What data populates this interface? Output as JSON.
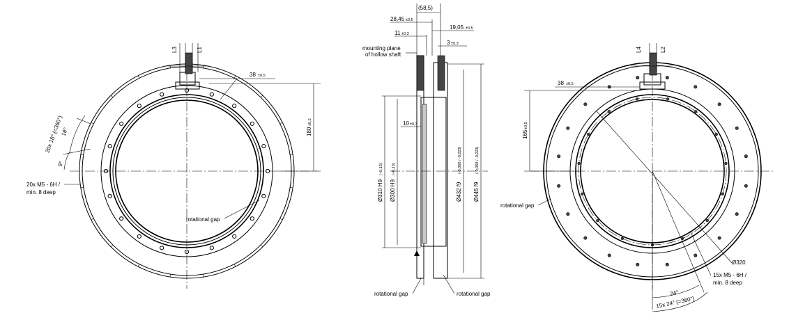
{
  "front": {
    "l3": "L3",
    "l1": "L1",
    "dim38": "38",
    "tol38": "±0,5",
    "angle_pitch": "20x 18° (=360°)",
    "angle18": "18°",
    "angle9": "9°",
    "hole_line1": "20x M5 - 6H /",
    "hole_line2": "min. 8 deep",
    "dim180": "180",
    "tol180": "±0,5",
    "rot_gap": "rotational gap"
  },
  "side": {
    "d585": "(58,5)",
    "d2845": "28,45",
    "tol2845": "±0,5",
    "d11": "11",
    "tol11": "±0,3",
    "d1905": "19,05",
    "tol1905": "±0,5",
    "d3": "3",
    "tol3": "±0,3",
    "mount1": "mounting plane",
    "mount2": "of hollow shaft",
    "d10": "10",
    "tol10": "±0,3",
    "d310": "Ø310 H9",
    "tol310": "(+0,13)",
    "d300": "Ø300 H9",
    "tol300": "(+0,13)",
    "d432": "Ø432 f9",
    "tol432": "(-0,068 / -0,223)",
    "d445": "Ø445 f9",
    "tol445": "(-0,068 / -0,223)",
    "rot_gap_left": "rotational gap",
    "rot_gap_right": "rotational gap"
  },
  "back": {
    "l4": "L4",
    "l2": "L2",
    "dim38": "38",
    "tol38": "±0,5",
    "dim165": "165",
    "tol165": "±0,5",
    "rot_gap": "rotational gap",
    "d320": "Ø320",
    "hole_line1": "15x M5 - 6H /",
    "hole_line2": "min. 8 deep",
    "angle24": "24°",
    "angle_pitch": "15x 24° (=360°)"
  }
}
